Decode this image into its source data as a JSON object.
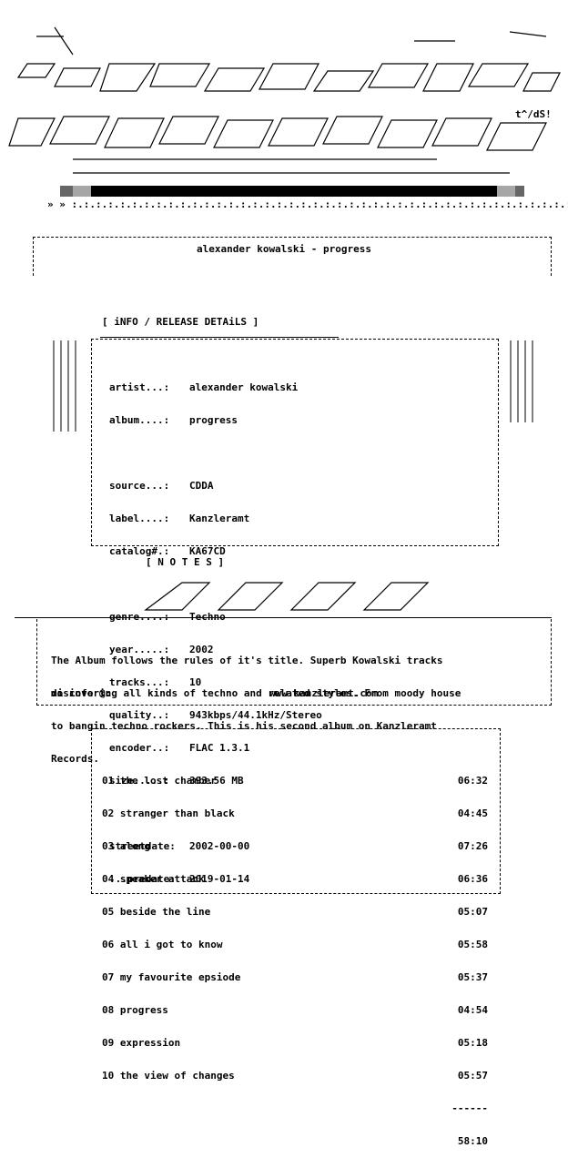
{
  "header": {
    "logo_signature": "t^/dS!",
    "title": "alexander kowalski - progress",
    "section_info": "[ iNFO / RELEASE DETAiLS ]",
    "section_notes": "[ N O T E S ]"
  },
  "info": {
    "rows": [
      {
        "key": "artist...:",
        "val": "alexander kowalski"
      },
      {
        "key": "album....:",
        "val": "progress"
      },
      {
        "key": "",
        "val": ""
      },
      {
        "key": "source...:",
        "val": "CDDA"
      },
      {
        "key": "label....:",
        "val": "Kanzleramt"
      },
      {
        "key": "catalog#.:",
        "val": "KA67CD"
      },
      {
        "key": "",
        "val": ""
      },
      {
        "key": "genre....:",
        "val": "Techno"
      },
      {
        "key": "year.....:",
        "val": "2002"
      },
      {
        "key": "tracks...:",
        "val": "10"
      },
      {
        "key": "quality..:",
        "val": "943kbps/44.1kHz/Stereo"
      },
      {
        "key": "encoder..:",
        "val": "FLAC 1.3.1"
      },
      {
        "key": "size.....:",
        "val": "393.56 MB"
      },
      {
        "key": "",
        "val": ""
      },
      {
        "key": "streetdate:",
        "val": "2002-00-00"
      },
      {
        "key": "...predate:",
        "val": "2019-01-14"
      }
    ]
  },
  "notes": {
    "lines": [
      "The Album follows the rules of it's title. Superb Kowalski tracks",
      "discovering all kinds of techno and related styles. From moody house",
      "to bangin techno rockers. This is his second album on Kanzleramt",
      "Records."
    ],
    "more_info_label": "mo info @:",
    "more_info_url": "www.kanzleramt.com"
  },
  "tracklist": {
    "tracks": [
      {
        "title": "01 the lost chamber",
        "time": "06:32"
      },
      {
        "title": "02 stranger than black",
        "time": "04:45"
      },
      {
        "title": "03 along",
        "time": "07:26"
      },
      {
        "title": "04 speaker attack",
        "time": "06:36"
      },
      {
        "title": "05 beside the line",
        "time": "05:07"
      },
      {
        "title": "06 all i got to know",
        "time": "05:58"
      },
      {
        "title": "07 my favourite epsiode",
        "time": "05:37"
      },
      {
        "title": "08 progress",
        "time": "04:54"
      },
      {
        "title": "09 expression",
        "time": "05:18"
      },
      {
        "title": "10 the view of changes",
        "time": "05:57"
      }
    ],
    "divider": "------",
    "total": "58:10"
  }
}
